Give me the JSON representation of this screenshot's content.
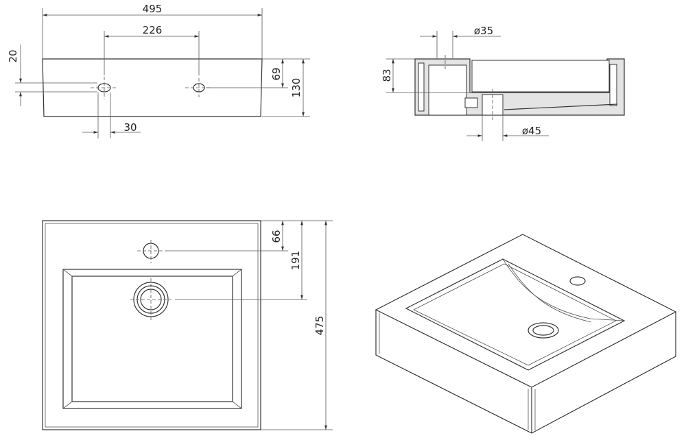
{
  "front_view": {
    "width": "495",
    "hole_spacing": "226",
    "hole_height_offset": "20",
    "hole_diameter_span": "30",
    "hole_depth": "69",
    "height": "130"
  },
  "section_view": {
    "tap_hole_diameter": "ø35",
    "basin_depth": "83",
    "drain_diameter": "ø45"
  },
  "top_view": {
    "tap_hole_offset": "66",
    "drain_offset": "191",
    "depth": "475"
  }
}
